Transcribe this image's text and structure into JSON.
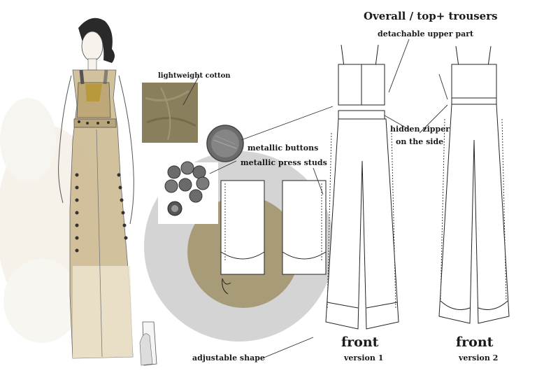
{
  "title": "Overall / top+ trousers",
  "labels": {
    "detachable": "detachable upper part",
    "cotton": "lightweight cotton",
    "buttons": "metallic buttons",
    "studs": "metallic press studs",
    "zipper_line1": "hidden zipper",
    "zipper_line2": "on the side",
    "adjustable": "adjustable shape"
  },
  "views": [
    {
      "name": "front",
      "version": "version 1"
    },
    {
      "name": "front",
      "version": "version 2"
    }
  ],
  "colors": {
    "khaki": "#a89c78",
    "khaki_light": "#d8c8a4",
    "grey_circle": "#d4d4d4",
    "olive_fabric": "#8a7f5c",
    "line": "#222222"
  }
}
